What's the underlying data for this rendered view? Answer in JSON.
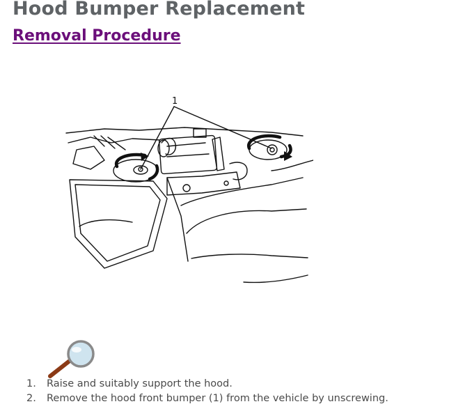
{
  "page": {
    "title": "Hood Bumper Replacement",
    "subtitle": "Removal Procedure"
  },
  "figure": {
    "callout_label": "1",
    "zoom_icon": "magnifier-icon"
  },
  "steps": [
    {
      "number": "1.",
      "text": "Raise and suitably support the hood."
    },
    {
      "number": "2.",
      "text": "Remove the hood front bumper (1) from the vehicle by unscrewing."
    }
  ]
}
